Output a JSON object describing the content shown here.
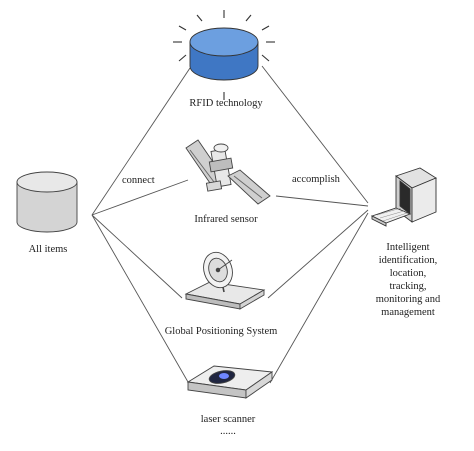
{
  "nodes": {
    "items": {
      "label": "All items"
    },
    "rfid": {
      "label": "RFID technology"
    },
    "infrared": {
      "label": "Infrared sensor"
    },
    "gps": {
      "label": "Global Positioning System"
    },
    "laser": {
      "label": "laser scanner"
    },
    "more": {
      "label": "......"
    },
    "outcome": {
      "label": "Intelligent identification,\nlocation, tracking,\nmonitoring and\nmanagement"
    }
  },
  "edges": {
    "connect_label": "connect",
    "accomplish_label": "accomplish"
  },
  "colors": {
    "line": "#555555",
    "rfid_fill": "#5b8fd6",
    "cylinder_fill": "#d4d4d4",
    "device_fill": "#e4e4e4"
  }
}
